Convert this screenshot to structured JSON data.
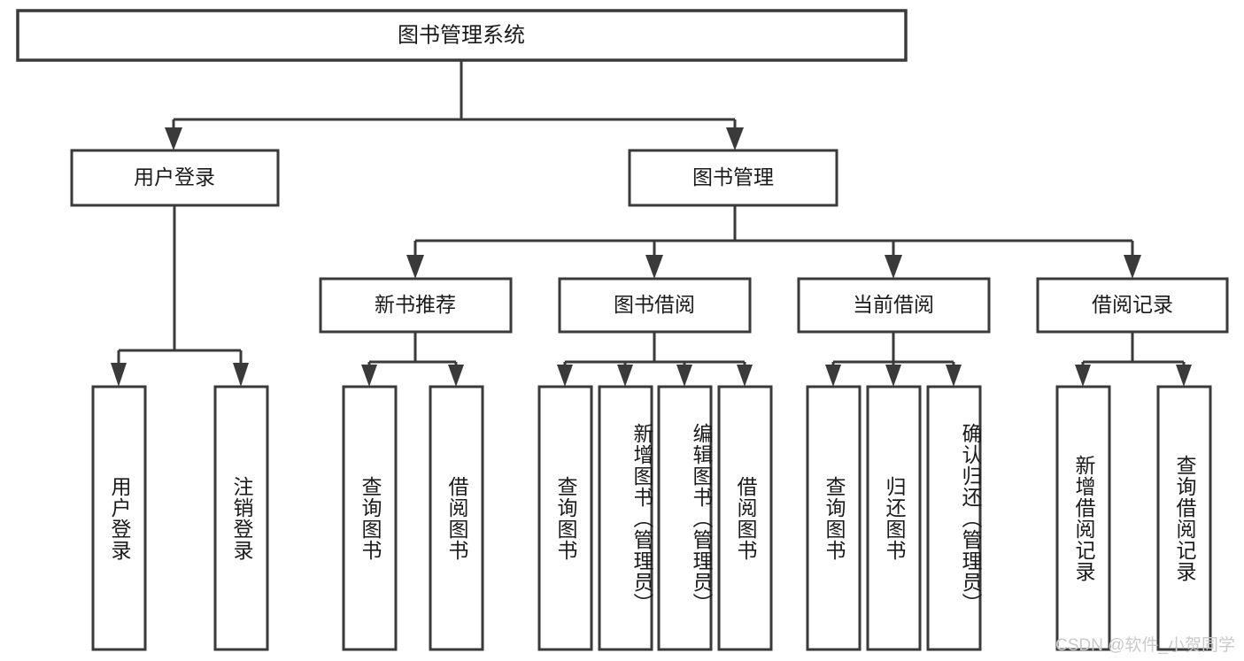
{
  "diagram": {
    "type": "tree-hierarchy",
    "title": "图书管理系统",
    "watermark": "CSDN @软件_小贺同学",
    "colors": {
      "stroke": "#3a3a3a",
      "fill": "#ffffff",
      "text": "#1a1a1a",
      "watermark": "#c9c9c9",
      "background": "#ffffff"
    },
    "levels": {
      "root": {
        "label": "图书管理系统"
      },
      "level2": [
        {
          "id": "user-login",
          "label": "用户登录"
        },
        {
          "id": "book-management",
          "label": "图书管理"
        }
      ],
      "level3": [
        {
          "id": "new-book-recommend",
          "label": "新书推荐",
          "parent": "book-management"
        },
        {
          "id": "book-borrow",
          "label": "图书借阅",
          "parent": "book-management"
        },
        {
          "id": "current-borrow",
          "label": "当前借阅",
          "parent": "book-management"
        },
        {
          "id": "borrow-record",
          "label": "借阅记录",
          "parent": "book-management"
        }
      ],
      "leaves": [
        {
          "id": "leaf-user-login",
          "label": "用户登录",
          "parent": "user-login"
        },
        {
          "id": "leaf-logout-login",
          "label": "注销登录",
          "parent": "user-login"
        },
        {
          "id": "leaf-query-book-1",
          "label": "查询图书",
          "parent": "new-book-recommend"
        },
        {
          "id": "leaf-borrow-book-1",
          "label": "借阅图书",
          "parent": "new-book-recommend"
        },
        {
          "id": "leaf-query-book-2",
          "label": "查询图书",
          "parent": "book-borrow"
        },
        {
          "id": "leaf-add-book",
          "label": "新增图书（管理员）",
          "parent": "book-borrow"
        },
        {
          "id": "leaf-edit-book",
          "label": "编辑图书（管理员）",
          "parent": "book-borrow"
        },
        {
          "id": "leaf-borrow-book-2",
          "label": "借阅图书",
          "parent": "book-borrow"
        },
        {
          "id": "leaf-query-book-3",
          "label": "查询图书",
          "parent": "current-borrow"
        },
        {
          "id": "leaf-return-book",
          "label": "归还图书",
          "parent": "current-borrow"
        },
        {
          "id": "leaf-confirm-return",
          "label": "确认归还（管理员）",
          "parent": "current-borrow"
        },
        {
          "id": "leaf-add-record",
          "label": "新增借阅记录",
          "parent": "borrow-record"
        },
        {
          "id": "leaf-query-record",
          "label": "查询借阅记录",
          "parent": "borrow-record"
        }
      ]
    }
  }
}
